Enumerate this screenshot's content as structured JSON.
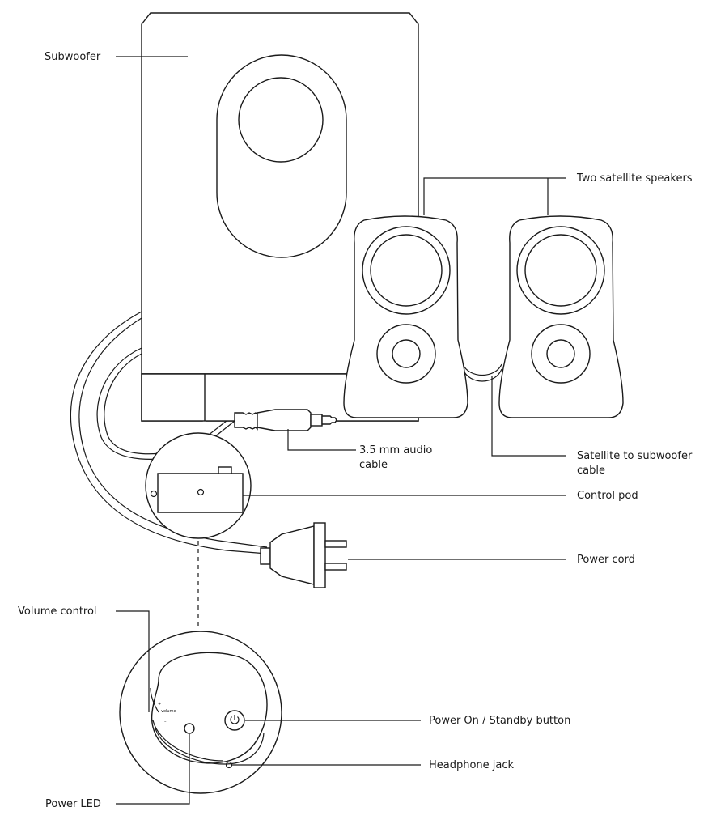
{
  "labels": {
    "subwoofer": "Subwoofer",
    "satellites": "Two satellite speakers",
    "audio_cable_line1": "3.5 mm audio",
    "audio_cable_line2": "cable",
    "sat_cable_line1": "Satellite to subwoofer",
    "sat_cable_line2": "cable",
    "control_pod": "Control pod",
    "power_cord": "Power cord",
    "volume_control": "Volume control",
    "power_button": "Power On / Standby button",
    "headphone_jack": "Headphone jack",
    "power_led": "Power LED"
  },
  "pod_markings": {
    "plus": "+",
    "volume": "volume",
    "minus": "–"
  },
  "icons": [
    "power-icon"
  ]
}
